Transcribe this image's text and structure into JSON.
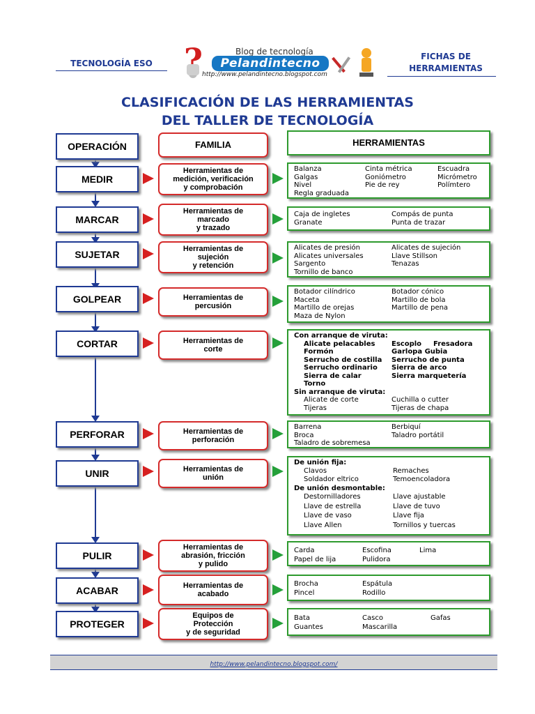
{
  "header": {
    "left_text": "TECNOLOGÍA ESO",
    "right_text_1": "FICHAS DE",
    "right_text_2": "HERRAMIENTAS",
    "logo_blog": "Blog de tecnología",
    "logo_name": "Pelandintecno",
    "logo_url": "http://www.pelandintecno.blogspot.com"
  },
  "title": {
    "line1": "CLASIFICACIÓN DE LAS HERRAMIENTAS",
    "line2": "DEL TALLER DE TECNOLOGÍA"
  },
  "columns": {
    "operation": "OPERACIÓN",
    "family": "FAMILIA",
    "tools": "HERRAMIENTAS"
  },
  "rows": {
    "medir": {
      "op": "MEDIR",
      "fam": [
        "Herramientas de",
        "medición, verificación",
        "y comprobación"
      ],
      "tools": [
        "Balanza",
        "Cinta métrica",
        "Escuadra",
        "Galgas",
        "Goniómetro",
        "Micrómetro",
        "Nivel",
        "Pie de rey",
        "Polímtero",
        "Regla graduada"
      ]
    },
    "marcar": {
      "op": "MARCAR",
      "fam": [
        "Herramientas de",
        "marcado",
        "y trazado"
      ],
      "tools": [
        "Caja de ingletes",
        "Compás de punta",
        "Granate",
        "Punta de trazar"
      ]
    },
    "sujetar": {
      "op": "SUJETAR",
      "fam": [
        "Herramientas de",
        "sujeción",
        "y retención"
      ],
      "tools": [
        "Alicates de presión",
        "Alicates de sujeción",
        "Alicates universales",
        "Llave Stillson",
        "Sargento",
        "Tenazas",
        "Tornillo de banco"
      ]
    },
    "golpear": {
      "op": "GOLPEAR",
      "fam": [
        "Herramientas de",
        "percusión"
      ],
      "tools": [
        "Botador cilíndrico",
        "Botador cónico",
        "Maceta",
        "Martillo de bola",
        "Martillo de orejas",
        "Martillo de pena",
        "Maza de Nylon"
      ]
    },
    "cortar": {
      "op": "CORTAR",
      "fam": [
        "Herramientas de",
        "corte"
      ],
      "sub1": "Con arranque de viruta:",
      "tools1": [
        "Alicate pelacables",
        "Escoplo",
        "Fresadora",
        "Formón",
        "Garlopa Gubia",
        "Serrucho de costilla",
        "Serrucho de punta",
        "Serrucho ordinario",
        "Sierra de arco",
        "Sierra de calar",
        "Sierra marquetería",
        "Torno"
      ],
      "sub2": "Sin arranque de viruta:",
      "tools2": [
        "Alicate de corte",
        "Cuchilla o cutter",
        "Tijeras",
        "Tijeras de chapa"
      ]
    },
    "perforar": {
      "op": "PERFORAR",
      "fam": [
        "Herramientas de",
        "perforación"
      ],
      "tools": [
        "Barrena",
        "Berbiquí",
        "Broca",
        "Taladro portátil",
        "Taladro de sobremesa"
      ]
    },
    "unir": {
      "op": "UNIR",
      "fam": [
        "Herramientas de",
        "unión"
      ],
      "sub1": "De unión fija:",
      "tools1": [
        "Clavos",
        "Remaches",
        "Soldador eltrico",
        "Temoencoladora"
      ],
      "sub2": "De unión desmontable:",
      "tools2": [
        "Destornilladores",
        "Llave ajustable",
        "Llave de estrella",
        "Llave de tuvo",
        "Llave de vaso",
        "Llave fija",
        "Llave Allen",
        "Tornillos y tuercas"
      ]
    },
    "pulir": {
      "op": "PULIR",
      "fam": [
        "Herramientas de",
        "abrasión, fricción",
        "y pulido"
      ],
      "tools": [
        "Carda",
        "Escofina",
        "Lima",
        "Papel de lija",
        "Pulidora"
      ]
    },
    "acabar": {
      "op": "ACABAR",
      "fam": [
        "Herramientas de",
        "acabado"
      ],
      "tools": [
        "Brocha",
        "Espátula",
        "Pincel",
        "Rodillo"
      ]
    },
    "proteger": {
      "op": "PROTEGER",
      "fam": [
        "Equipos de",
        "Protección",
        "y de seguridad"
      ],
      "tools": [
        "Bata",
        "Casco",
        "Gafas",
        "Guantes",
        "Mascarilla"
      ]
    }
  },
  "footer": {
    "url": "http://www.pelandintecno.blogspot.com/"
  },
  "colors": {
    "blue": "#1f3a93",
    "red": "#d42a2a",
    "green": "#2d9a2d"
  }
}
